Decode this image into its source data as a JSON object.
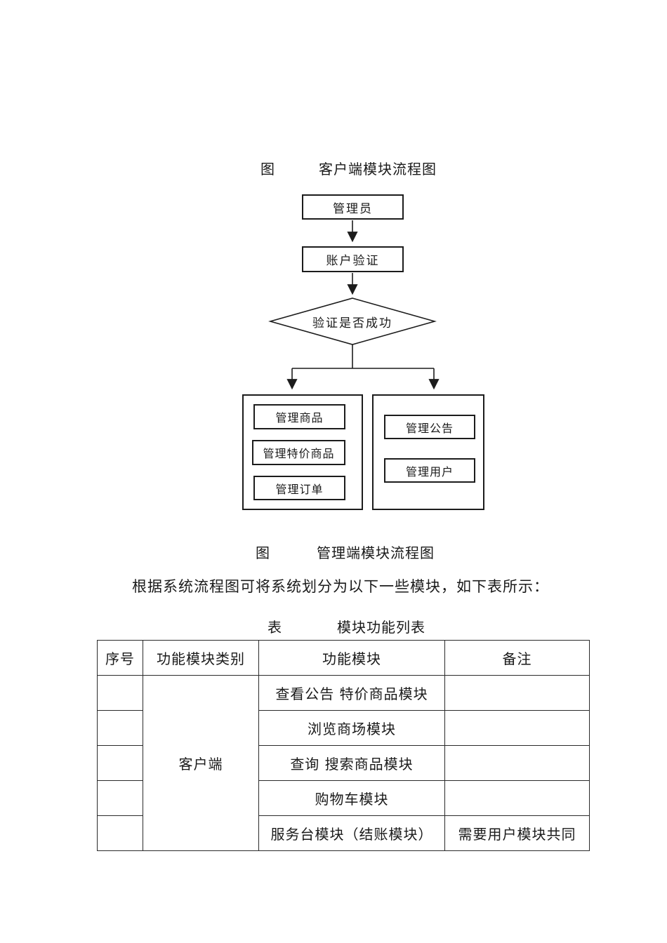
{
  "meta": {
    "accent_color": "#1c1c1c",
    "background_color": "#ffffff"
  },
  "captions": {
    "figure1": {
      "prefix": "图",
      "title": "客户端模块流程图"
    },
    "figure2": {
      "prefix": "图",
      "title": "管理端模块流程图"
    },
    "table": {
      "prefix": "表",
      "title": "模块功能列表"
    }
  },
  "paragraph": "根据系统流程图可将系统划分为以下一些模块，如下表所示：",
  "flowchart": {
    "nodes": {
      "admin": "管理员",
      "account_verify": "账户验证",
      "decision": "验证是否成功"
    },
    "left_group": [
      "管理商品",
      "管理特价商品",
      "管理订单"
    ],
    "right_group": [
      "管理公告",
      "管理用户"
    ]
  },
  "table": {
    "headers": [
      "序号",
      "功能模块类别",
      "功能模块",
      "备注"
    ],
    "category": "客户端",
    "rows": [
      {
        "no": "",
        "module": "查看公告 特价商品模块",
        "note": ""
      },
      {
        "no": "",
        "module": "浏览商场模块",
        "note": ""
      },
      {
        "no": "",
        "module": "查询 搜索商品模块",
        "note": ""
      },
      {
        "no": "",
        "module": "购物车模块",
        "note": ""
      },
      {
        "no": "",
        "module": "服务台模块（结账模块）",
        "note": "需要用户模块共同"
      }
    ]
  }
}
